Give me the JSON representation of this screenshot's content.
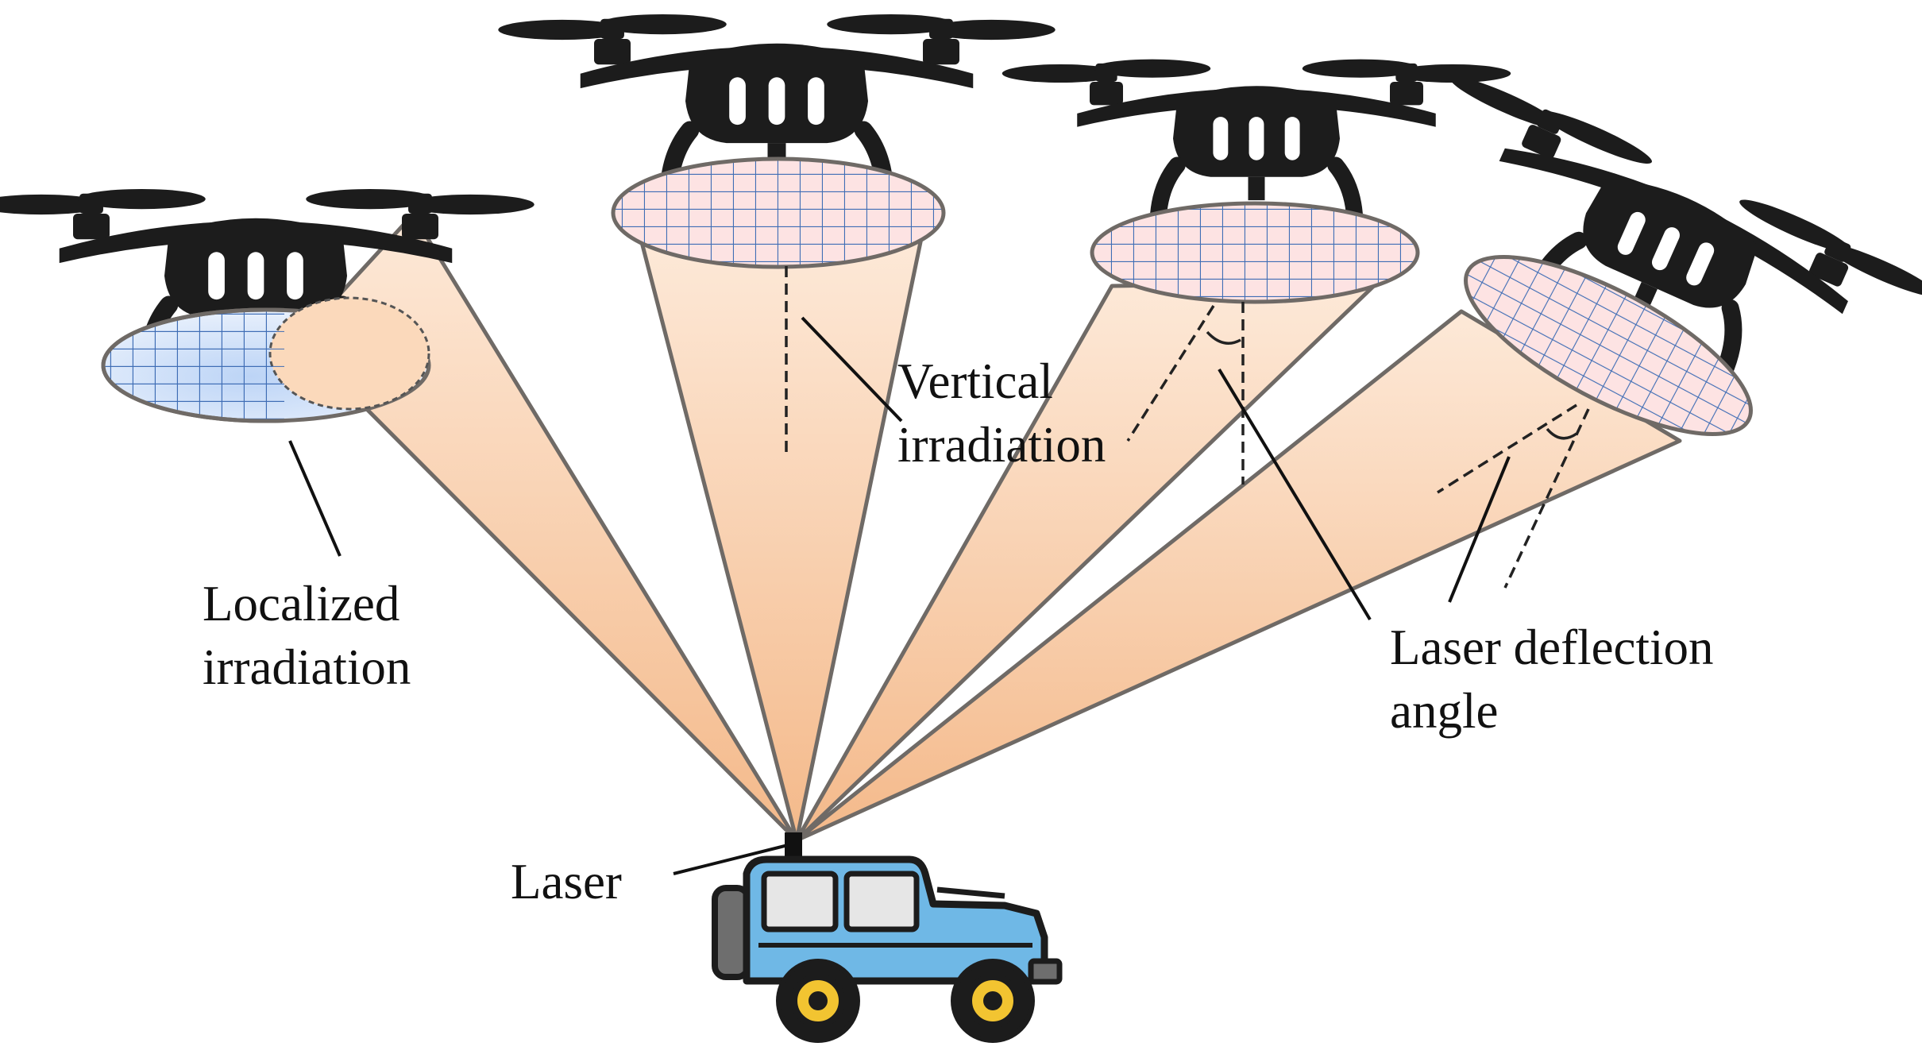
{
  "labels": {
    "localized": {
      "line1": "Localized",
      "line2": "irradiation"
    },
    "vertical": {
      "line1": "Vertical",
      "line2": "irradiation"
    },
    "deflection": {
      "line1": "Laser deflection",
      "line2": "angle"
    },
    "laser": "Laser"
  },
  "colors": {
    "beam": "#f6c49b",
    "beam_outline": "#6f6a66",
    "drone_body": "#1c1c1c",
    "receiver_fill": "#fde3e3",
    "receiver_grid": "#3f6db5",
    "localized_fill": "#cfe0f8",
    "vehicle_body": "#6fb8e6",
    "wheel_hub": "#f2c431"
  },
  "icons": [
    "drone-icon",
    "vehicle-icon"
  ]
}
